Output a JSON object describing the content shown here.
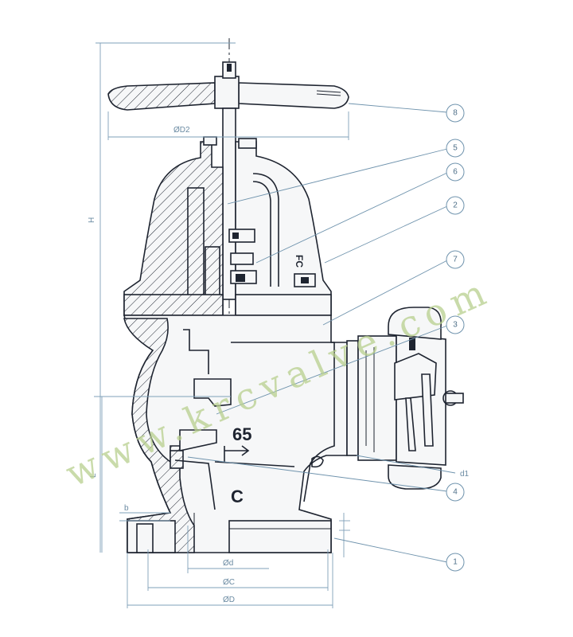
{
  "drawing": {
    "callouts": [
      "8",
      "5",
      "6",
      "2",
      "7",
      "3",
      "4",
      "1"
    ],
    "dimensions": {
      "handwheel_diameter": "ØD2",
      "height": "H",
      "lower_height": "L",
      "flange_thickness": "b",
      "bore": "Ød",
      "bolt_circle": "ØC",
      "flange_diameter": "ØD",
      "outlet": "d1"
    },
    "body_markings": {
      "size": "65",
      "letter": "C",
      "maker_mark": "FC"
    },
    "watermark": "www.krcvalve.com"
  }
}
